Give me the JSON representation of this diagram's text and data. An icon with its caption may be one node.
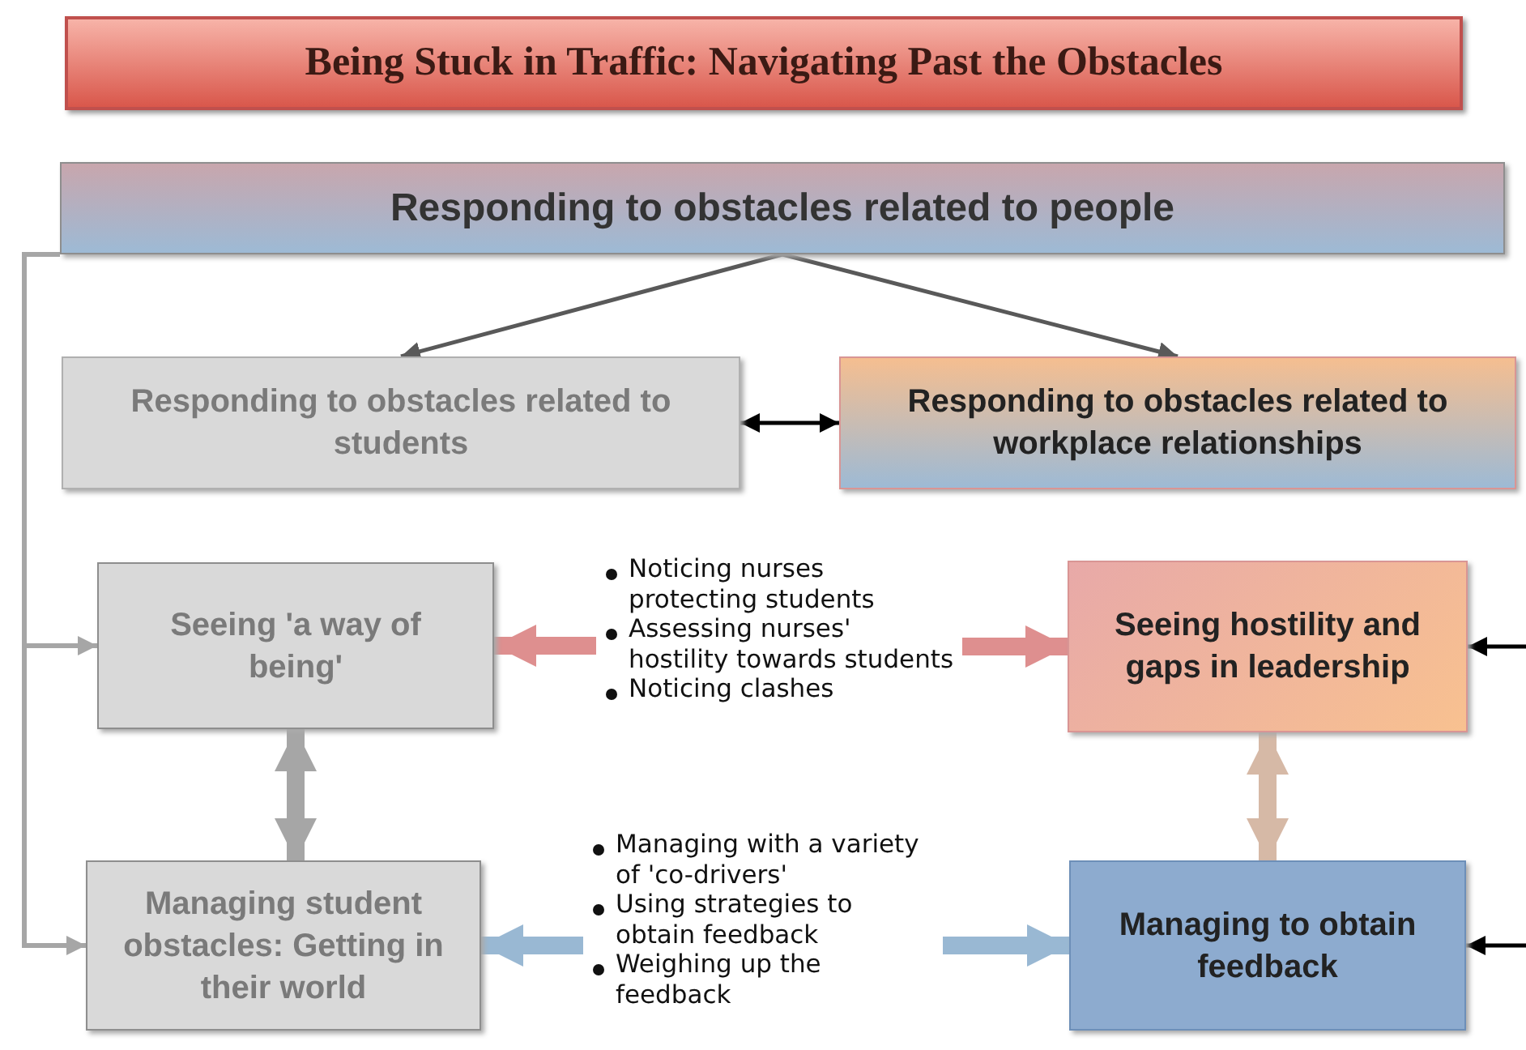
{
  "diagram": {
    "title": "Being Stuck in Traffic: Navigating Past the Obstacles",
    "nodes": [
      {
        "text": [
          "Responding to obstacles related to people"
        ]
      },
      {
        "text": [
          "Responding to obstacles related to students"
        ]
      },
      {
        "text": [
          "Responding to obstacles related to workplace relationships"
        ]
      },
      {
        "text": [
          "Seeing 'a way of being'"
        ]
      },
      {
        "text": [
          "Noticing nurses protecting students",
          "Assessing nurses' hostility towards students",
          "Noticing clashes"
        ]
      },
      {
        "text": [
          "Seeing hostility and gaps in leadership"
        ]
      },
      {
        "text": [
          "Managing student obstacles: Getting in their world"
        ]
      },
      {
        "text": [
          "Managing with a variety of 'co-drivers'",
          "Using strategies to obtain feedback",
          "Weighing up the feedback"
        ]
      },
      {
        "text": [
          "Managing to obtain feedback"
        ]
      }
    ],
    "edges": [
      {
        "from": 0,
        "to": 1,
        "arrow": "to"
      },
      {
        "from": 0,
        "to": 2,
        "arrow": "to"
      },
      {
        "from": 1,
        "to": 2,
        "arrow": "both",
        "color": "#000000"
      },
      {
        "from": 4,
        "to": 3,
        "arrow": "to",
        "style": "thick",
        "color": "#de8f8f"
      },
      {
        "from": 4,
        "to": 5,
        "arrow": "to",
        "style": "thick",
        "color": "#de8f8f"
      },
      {
        "from": 3,
        "to": 6,
        "arrow": "both",
        "style": "thick",
        "color": "#a6a6a6"
      },
      {
        "from": 5,
        "to": 8,
        "arrow": "both",
        "style": "thick",
        "color": "#d6b9a6"
      },
      {
        "from": 7,
        "to": 6,
        "arrow": "to",
        "style": "thick",
        "color": "#99b8d3"
      },
      {
        "from": 7,
        "to": 8,
        "arrow": "to",
        "style": "thick",
        "color": "#99b8d3"
      },
      {
        "from": 0,
        "to": 3,
        "arrow": "to",
        "color": "#a6a6a6"
      },
      {
        "from": 0,
        "to": 6,
        "arrow": "to",
        "color": "#a6a6a6"
      },
      {
        "from": null,
        "to": 5,
        "arrow": "to",
        "color": "#000000"
      },
      {
        "from": null,
        "to": 8,
        "arrow": "to",
        "color": "#000000"
      }
    ]
  }
}
